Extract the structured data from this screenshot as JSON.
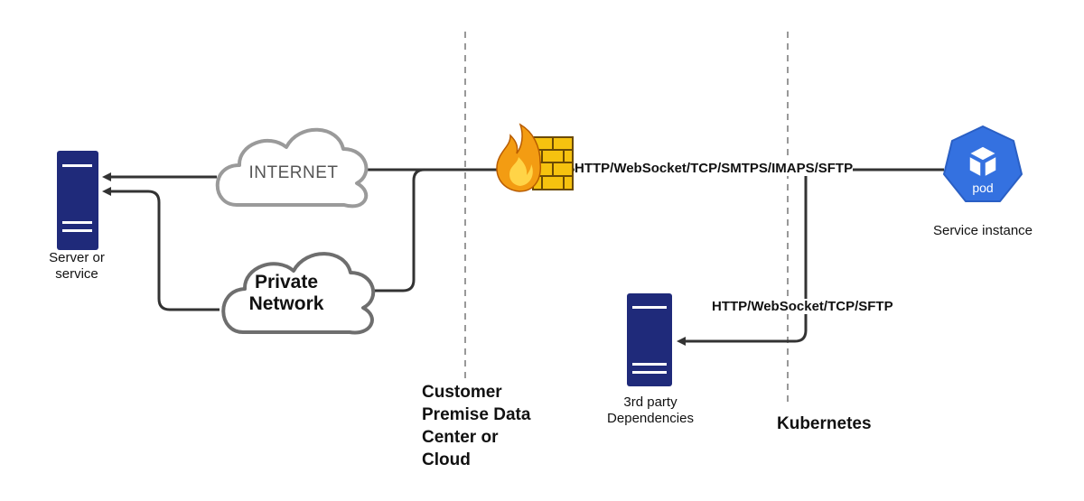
{
  "nodes": {
    "server": {
      "label": "Server or\nservice",
      "icon": "server-icon"
    },
    "internet": {
      "label": "INTERNET",
      "icon": "cloud-icon"
    },
    "private_network": {
      "label": "Private\nNetwork",
      "icon": "cloud-icon"
    },
    "firewall": {
      "icon": "firewall-icon"
    },
    "pod": {
      "icon_text": "pod",
      "label": "Service instance",
      "icon": "kubernetes-pod-icon"
    },
    "third_party": {
      "label": "3rd party\nDependencies",
      "icon": "server-icon"
    }
  },
  "edges": {
    "main_protocols": "HTTP/WebSocket/TCP/SMTPS/IMAPS/SFTP",
    "dependency_protocols": "HTTP/WebSocket/TCP/SFTP"
  },
  "zones": {
    "customer": "Customer\nPremise Data\nCenter or\nCloud",
    "kubernetes": "Kubernetes"
  },
  "colors": {
    "server": "#1f2a7a",
    "pod": "#3471e0",
    "line": "#333333",
    "cloud_stroke": "#9a9a9a"
  }
}
